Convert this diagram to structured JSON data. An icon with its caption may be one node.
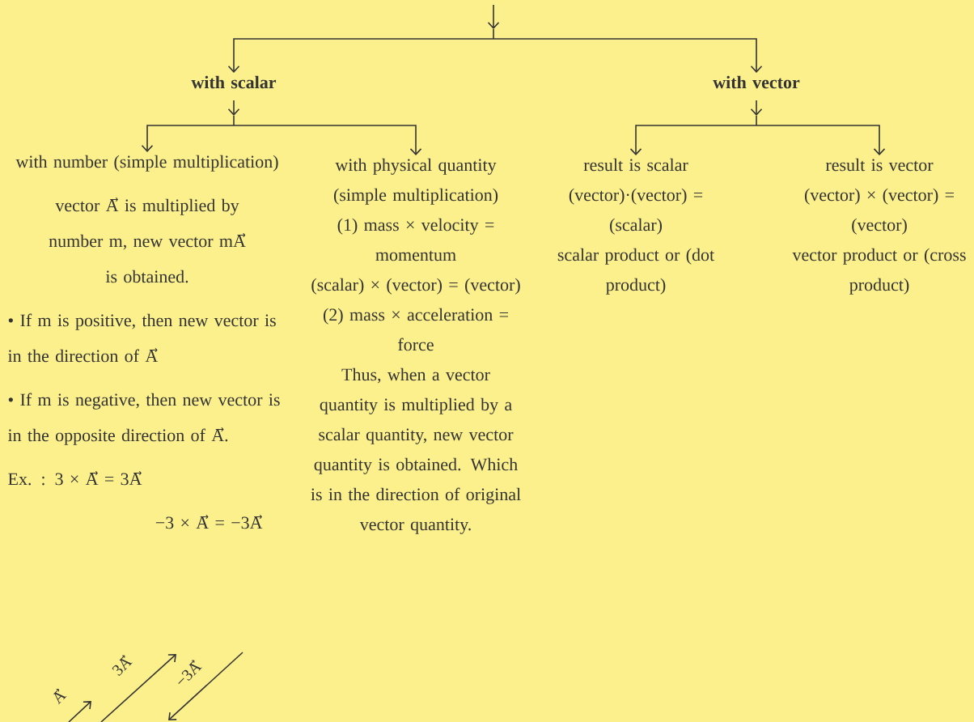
{
  "diagram": {
    "nodes": [
      {
        "text": [
          "with scalar"
        ]
      },
      {
        "text": [
          "with vector"
        ]
      },
      {
        "text": [
          "with number (simple multiplication)",
          "vector A⃗ is multiplied by number m, new vector mA⃗ is obtained.",
          "• If m is positive, then new vector is in the direction of A⃗",
          "• If m is negative, then new vector is in the opposite direction of A⃗.",
          "Ex. : 3 × A⃗ = 3A⃗",
          "−3 × A⃗ = −3A⃗"
        ]
      },
      {
        "text": [
          "with physical quantity (simple multiplication)",
          "(1) mass × velocity = momentum",
          "(scalar) × (vector) = (vector)",
          "(2) mass × acceleration = force",
          "Thus, when a vector quantity is multiplied by a scalar quantity, new vector quantity is obtained. Which is in the direction of original vector quantity."
        ]
      },
      {
        "text": [
          "result is scalar",
          "(vector)·(vector) = (scalar)",
          "scalar product or (dot product)"
        ]
      },
      {
        "text": [
          "result is vector",
          "(vector) × (vector) = (vector)",
          "vector product or (cross product)"
        ]
      }
    ],
    "edges": [
      {
        "from": null,
        "to": 0,
        "arrow": "to"
      },
      {
        "from": null,
        "to": 1,
        "arrow": "to"
      },
      {
        "from": 0,
        "to": 2,
        "arrow": "to"
      },
      {
        "from": 0,
        "to": 3,
        "arrow": "to"
      },
      {
        "from": 1,
        "to": 4,
        "arrow": "to"
      },
      {
        "from": 1,
        "to": 5,
        "arrow": "to"
      }
    ],
    "labels": [
      "A⃗",
      "3A⃗",
      "−3A⃗"
    ]
  }
}
